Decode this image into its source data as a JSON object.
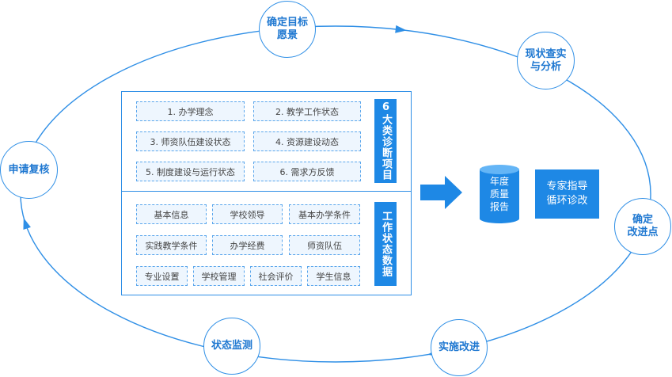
{
  "cycle": {
    "nodes": [
      {
        "id": "goal",
        "label": "确定目标\n愿景"
      },
      {
        "id": "analysis",
        "label": "现状查实\n与分析"
      },
      {
        "id": "improve-points",
        "label": "确定\n改进点"
      },
      {
        "id": "implement",
        "label": "实施改进"
      },
      {
        "id": "monitor",
        "label": "状态监测"
      },
      {
        "id": "review",
        "label": "申请复核"
      }
    ]
  },
  "diagnosis": {
    "title": "6大类诊断项目",
    "items": [
      "1. 办学理念",
      "2. 教学工作状态",
      "3. 师资队伍建设状态",
      "4. 资源建设动态",
      "5. 制度建设与运行状态",
      "6. 需求方反馈"
    ]
  },
  "work_data": {
    "title": "工作状态数据",
    "items": [
      "基本信息",
      "学校领导",
      "基本办学条件",
      "实践教学条件",
      "办学经费",
      "师资队伍",
      "专业设置",
      "学校管理",
      "社会评价",
      "学生信息"
    ]
  },
  "report": {
    "label": "年度\n质量\n报告"
  },
  "expert": {
    "label": "专家指导\n循环诊改"
  },
  "colors": {
    "accent": "#1e88e5",
    "line": "#2f8fe6",
    "tag_fill": "#eef6fe"
  }
}
